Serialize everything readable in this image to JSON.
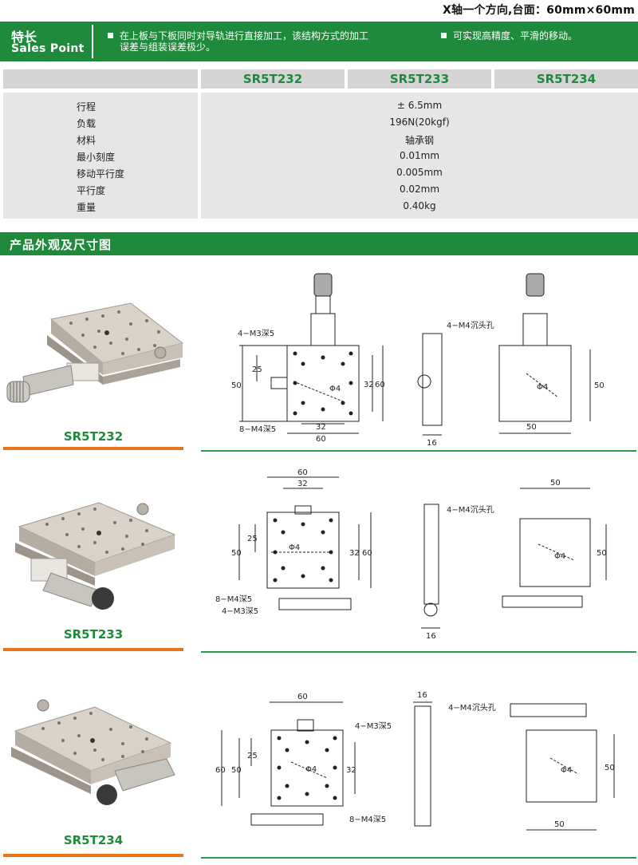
{
  "header": {
    "title": "X轴一个方向,台面：60mm×60mm"
  },
  "features": {
    "label_cn": "特长",
    "label_en": "Sales Point",
    "item1_line1": "在上板与下板同时对导轨进行直接加工，该结构方式的加工",
    "item1_line2": "误差与组装误差极少。",
    "item2": "可实现高精度、平滑的移动。"
  },
  "specs": {
    "models": [
      "SR5T232",
      "SR5T233",
      "SR5T234"
    ],
    "rows": [
      {
        "label": "行程",
        "value": "± 6.5mm"
      },
      {
        "label": "负载",
        "value": "196N(20kgf)"
      },
      {
        "label": "材料",
        "value": "轴承钢"
      },
      {
        "label": "最小刻度",
        "value": "0.01mm"
      },
      {
        "label": "移动平行度",
        "value": "0.005mm"
      },
      {
        "label": "平行度",
        "value": "0.02mm"
      },
      {
        "label": "重量",
        "value": "0.40kg"
      }
    ]
  },
  "section": {
    "title": "产品外观及尺寸图"
  },
  "products": [
    {
      "model": "SR5T232",
      "dims": {
        "a": "4−M3深5",
        "b": "8−M4深5",
        "c": "4−M4沉头孔",
        "d": "50",
        "e": "25",
        "f": "32",
        "g": "60",
        "h": "32",
        "i": "60",
        "j": "Φ4",
        "k": "16",
        "l": "50",
        "m": "Φ4",
        "n": "50"
      }
    },
    {
      "model": "SR5T233",
      "dims": {
        "a": "60",
        "b": "32",
        "c": "25",
        "d": "50",
        "e": "32",
        "f": "60",
        "g": "Φ4",
        "h": "8−M4深5",
        "i": "4−M3深5",
        "j": "4−M4沉头孔",
        "k": "16",
        "l": "50",
        "m": "50",
        "n": "Φ4"
      }
    },
    {
      "model": "SR5T234",
      "dims": {
        "a": "60",
        "b": "4−M3深5",
        "c": "25",
        "d": "50",
        "e": "60",
        "f": "32",
        "g": "Φ4",
        "h": "8−M4深5",
        "i": "16",
        "j": "4−M4沉头孔",
        "k": "50",
        "l": "Φ4",
        "m": "50"
      }
    }
  ],
  "colors": {
    "brand_green": "#1f8a3c",
    "accent_orange": "#e8751a",
    "table_gray": "#e6e6e6",
    "header_gray": "#d4d4d4"
  }
}
